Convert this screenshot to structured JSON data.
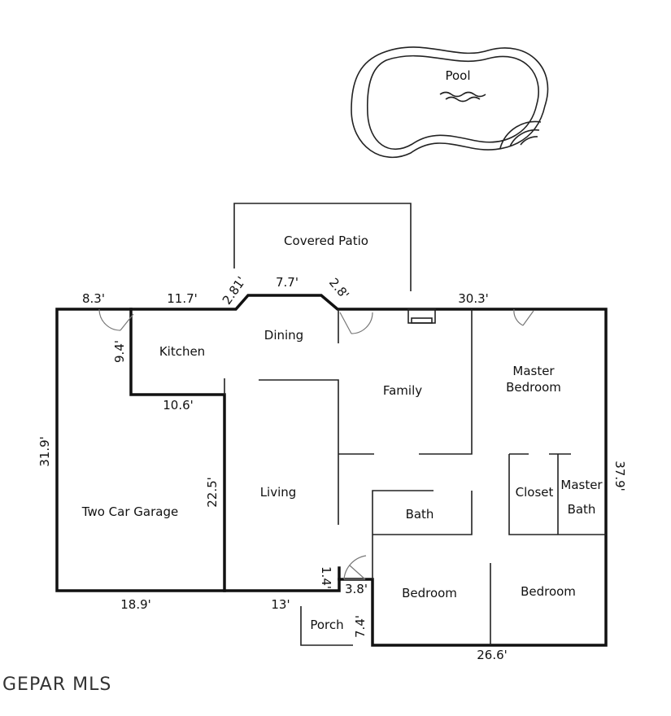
{
  "rooms": {
    "pool": "Pool",
    "covered_patio": "Covered Patio",
    "kitchen": "Kitchen",
    "dining": "Dining",
    "family": "Family",
    "master_bedroom_1": "Master",
    "master_bedroom_2": "Bedroom",
    "living": "Living",
    "garage": "Two Car Garage",
    "closet": "Closet",
    "master_bath_1": "Master",
    "master_bath_2": "Bath",
    "bath": "Bath",
    "bedroom_1": "Bedroom",
    "bedroom_2": "Bedroom",
    "porch": "Porch"
  },
  "dimensions": {
    "top_garage": "8.3'",
    "top_kitchen": "11.7'",
    "bay_left": "2.81'",
    "bay_mid": "7.7'",
    "bay_right": "2.8'",
    "top_right": "30.3'",
    "kitchen_side": "9.4'",
    "kitchen_bottom": "10.6'",
    "left_side": "31.9'",
    "garage_inner": "22.5'",
    "right_side": "37.9'",
    "bottom_garage": "18.9'",
    "bottom_living": "13'",
    "porch_step": "1.4'",
    "porch_width": "3.8'",
    "porch_depth": "7.4'",
    "bottom_bedrooms": "26.6'"
  },
  "watermark": "GEPAR MLS"
}
